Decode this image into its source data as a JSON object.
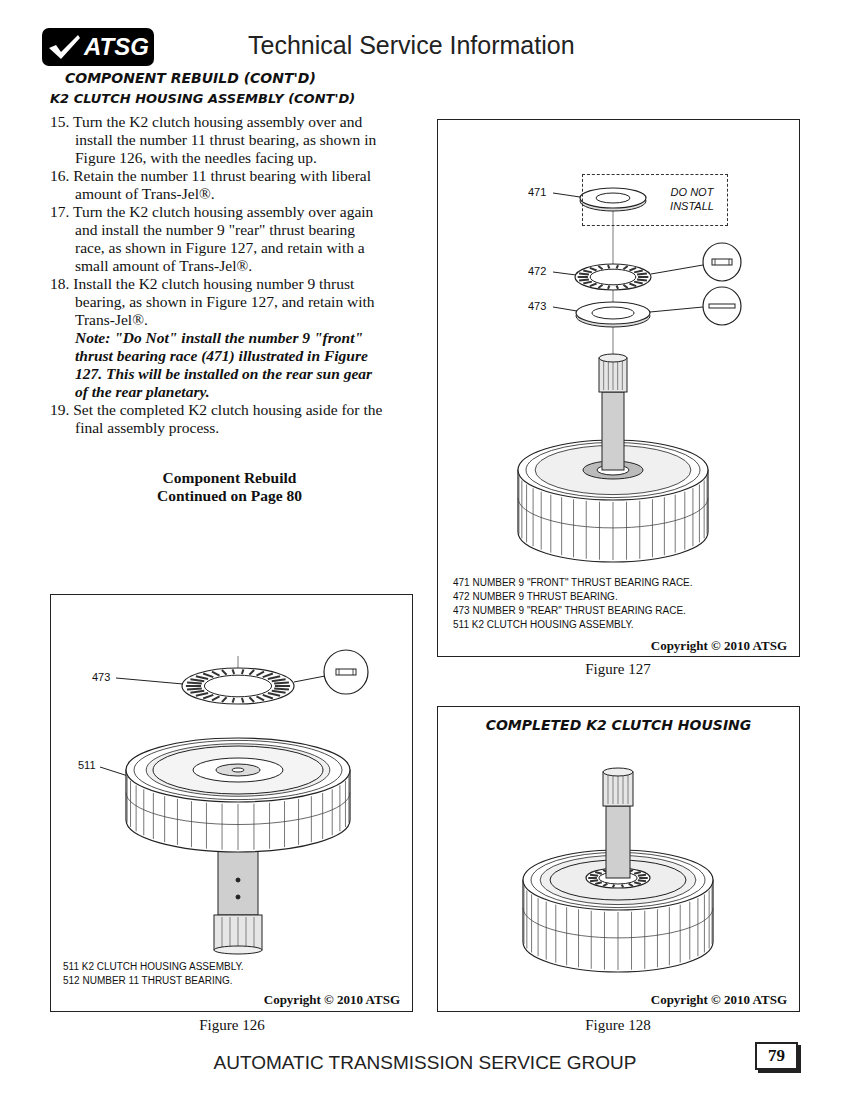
{
  "diagram": {
    "title": "Technical Service Information",
    "nodes": [
      {
        "text": [
          "ATSG"
        ]
      },
      {
        "text": [
          "471 NUMBER 9 \"FRONT\" THRUST BEARING RACE.",
          "472 NUMBER 9 THRUST BEARING.",
          "473 NUMBER 9 \"REAR\" THRUST BEARING RACE.",
          "511 K2 CLUTCH HOUSING ASSEMBLY.",
          "Copyright © 2010 ATSG"
        ]
      },
      {
        "text": [
          "DO NOT INSTALL"
        ],
        "in": 1
      },
      {
        "text": [
          "511 K2 CLUTCH HOUSING ASSEMBLY.",
          "512 NUMBER 11 THRUST BEARING.",
          "Copyright © 2010 ATSG"
        ]
      },
      {
        "text": [
          "COMPLETED K2 CLUTCH HOUSING",
          "Copyright © 2010 ATSG"
        ]
      },
      {
        "text": [
          "79"
        ]
      }
    ],
    "labels": [
      "COMPONENT REBUILD (CONT'D)",
      "K2 CLUTCH HOUSING ASSEMBLY (CONT'D)",
      "15. Turn the K2 clutch housing assembly over and install the number 11 thrust bearing, as shown in Figure 126, with the needles facing up.",
      "16. Retain the number 11 thrust bearing with liberal amount of Trans-Jel®.",
      "17. Turn the K2 clutch housing assembly over again and install the number 9 \"rear\" thrust bearing race, as shown in Figure 127, and retain with a small amount of Trans-Jel®.",
      "18. Install the K2 clutch housing number 9 thrust bearing, as shown in Figure 127, and retain with Trans-Jel®.",
      "Note: \"Do Not\" install the number 9 \"front\" thrust bearing race (471) illustrated in Figure 127. This will be installed on the rear sun gear of the rear planetary.",
      "19. Set the completed K2 clutch housing aside for the final assembly process.",
      "Component Rebuild Continued on Page 80",
      "471",
      "472",
      "473",
      "Figure 127",
      "473",
      "511",
      "Figure 126",
      "Figure 128",
      "AUTOMATIC TRANSMISSION SERVICE GROUP"
    ]
  }
}
